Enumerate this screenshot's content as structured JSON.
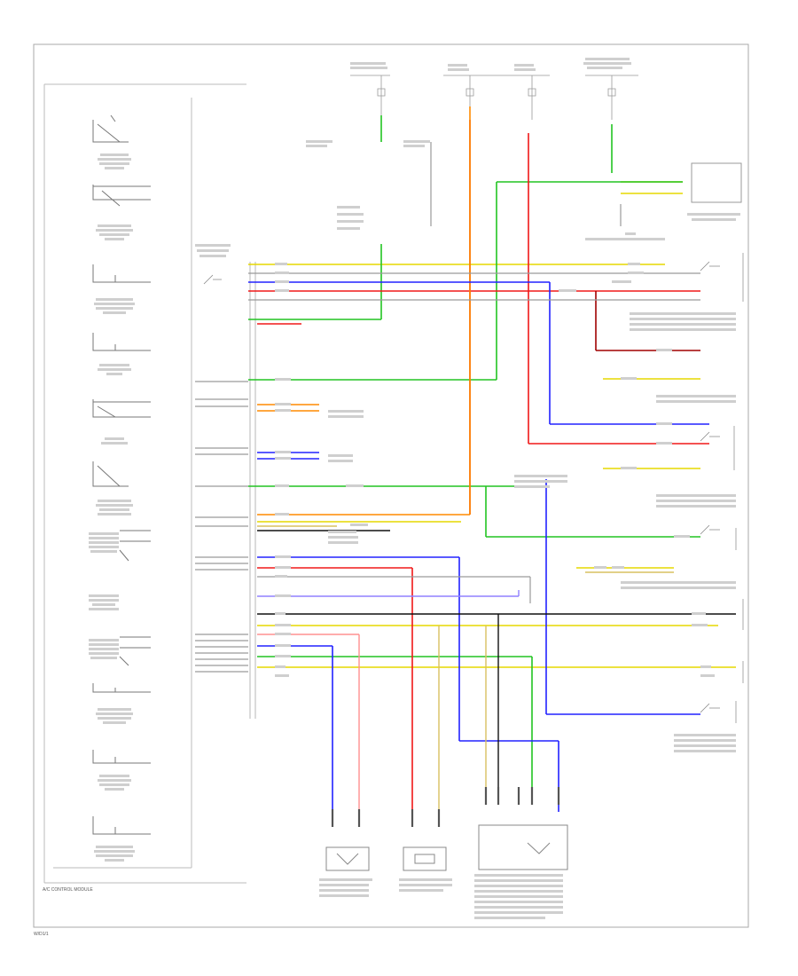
{
  "diagram": {
    "footer_label": "A/C CONTROL MODULE",
    "page_tag": "W/D1/1",
    "wire_colors": {
      "yellow": "#e6d800",
      "green": "#22c422",
      "red": "#f01818",
      "blue": "#2222ff",
      "orange": "#ff8a00",
      "pink": "#ff9090",
      "lightgreen": "#88ee88",
      "black": "#111111",
      "gray": "#9a9a9a",
      "darkred": "#a00000",
      "tan": "#d8c060",
      "violet": "#9080ff"
    },
    "left_components": [
      {
        "id": "ambient-temp-sensor",
        "caption": ""
      },
      {
        "id": "rear-console-sensor",
        "caption": ""
      },
      {
        "id": "fresh-recirc-motor",
        "caption": ""
      },
      {
        "id": "ac-system-lamp",
        "caption": ""
      },
      {
        "id": "ptc-heater-switch",
        "caption": ""
      },
      {
        "id": "fresh-air-temp-sensor",
        "caption": ""
      },
      {
        "id": "front-temp-sensor",
        "caption": ""
      },
      {
        "id": "passenger-seat-sensor",
        "caption": ""
      },
      {
        "id": "driver-temp-sensor",
        "caption": ""
      },
      {
        "id": "fresh-recirc-lamp",
        "caption": ""
      },
      {
        "id": "fresh-air-lamp",
        "caption": ""
      },
      {
        "id": "rear-console-lamp",
        "caption": ""
      }
    ]
  }
}
